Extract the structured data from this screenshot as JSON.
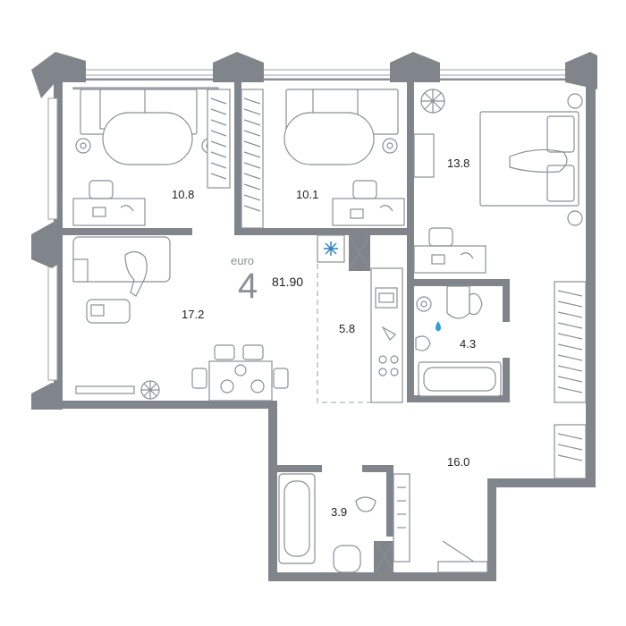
{
  "apartment": {
    "type_label": "euro",
    "rooms_count": "4",
    "total_area": "81.90"
  },
  "rooms": {
    "bedroom1": "10.8",
    "bedroom2": "10.1",
    "bedroom3": "13.8",
    "living": "17.2",
    "kitchen": "5.8",
    "bath1": "4.3",
    "hall": "16.0",
    "bath2": "3.9"
  },
  "colors": {
    "wall": "#80858c",
    "line": "#8a8f96",
    "water_drop": "#2a9fd6",
    "fridge_snow": "#2a7fc7"
  },
  "icons": [
    "snowflake-icon",
    "water-drop-icon",
    "plant-icon"
  ]
}
